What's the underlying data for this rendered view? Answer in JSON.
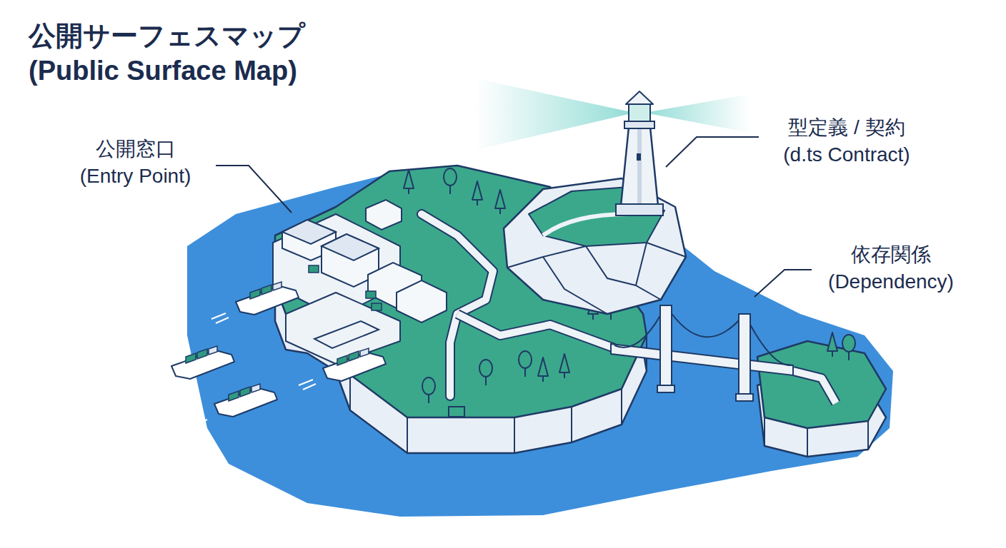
{
  "diagram": {
    "title": "公開サーフェスマップ (Public Surface Map)",
    "labels": [
      "公開窓口 (Entry Point)",
      "型定義 / 契約 (d.ts Contract)",
      "依存関係 (Dependency)"
    ]
  }
}
